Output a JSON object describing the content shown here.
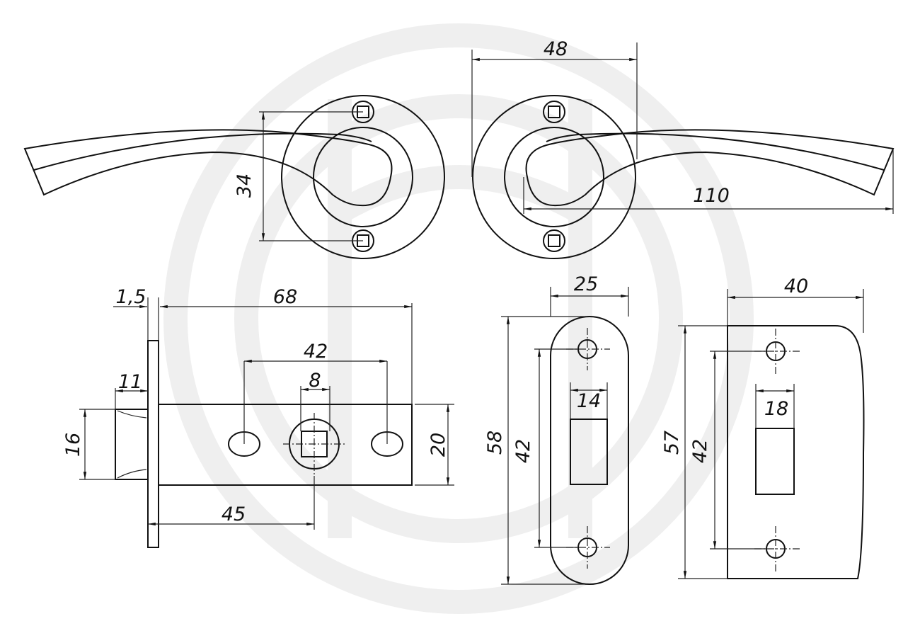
{
  "drawing": {
    "title": "Door handle on rosette with latch and strike plates — dimension drawing",
    "handles": {
      "screw_spacing": "34",
      "rosette_diameter": "48",
      "handle_length": "110"
    },
    "latch": {
      "faceplate_thickness": "1,5",
      "body_length": "68",
      "hole_spacing": "42",
      "spindle_square": "8",
      "bolt_projection": "11",
      "bolt_height": "16",
      "body_height": "20",
      "backset": "45"
    },
    "strike_plate_round": {
      "width": "25",
      "slot_width": "14",
      "height": "58",
      "hole_spacing": "42"
    },
    "strike_plate_rect": {
      "width": "40",
      "slot_width": "18",
      "height": "57",
      "hole_spacing": "42"
    },
    "colors": {
      "line": "#111111",
      "watermark": "#efefef"
    }
  }
}
